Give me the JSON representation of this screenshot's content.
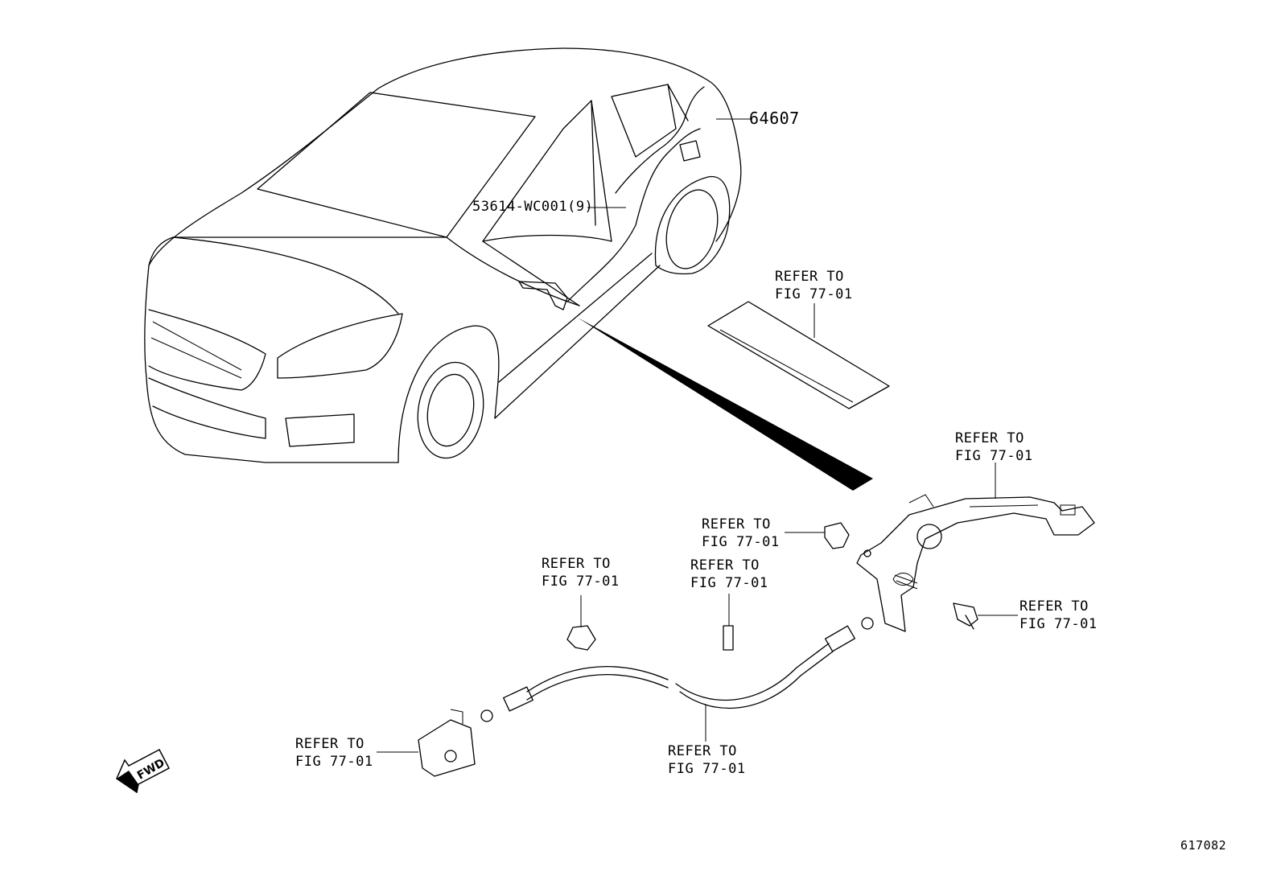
{
  "parts": {
    "p64607": "64607",
    "p53614": "53614-WC001(9)"
  },
  "refs": {
    "ref_mat": [
      "REFER TO",
      "FIG 77-01"
    ],
    "ref_lever": [
      "REFER TO",
      "FIG 77-01"
    ],
    "ref_clip": [
      "REFER TO",
      "FIG 77-01"
    ],
    "ref_holder": [
      "REFER TO",
      "FIG 77-01"
    ],
    "ref_label": [
      "REFER TO",
      "FIG 77-01"
    ],
    "ref_bolt": [
      "REFER TO",
      "FIG 77-01"
    ],
    "ref_handle": [
      "REFER TO",
      "FIG 77-01"
    ],
    "ref_cable": [
      "REFER TO",
      "FIG 77-01"
    ]
  },
  "direction_marker": "FWD",
  "figure_number": "617082"
}
